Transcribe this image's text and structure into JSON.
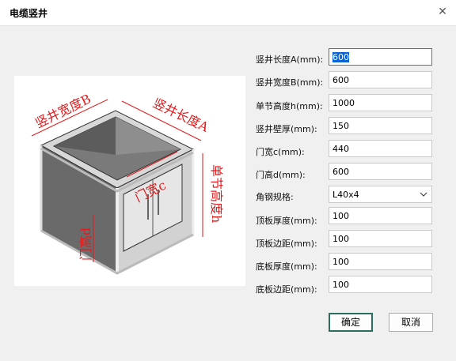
{
  "window": {
    "title": "电缆竖井"
  },
  "diagram": {
    "label_width_b": "竖井宽度B",
    "label_length_a": "竖井长度A",
    "label_door_width": "门宽c",
    "label_door_height": "门高d",
    "label_section_height": "单节高度h"
  },
  "form": {
    "fields": [
      {
        "label": "竖井长度A(mm):",
        "value": "600"
      },
      {
        "label": "竖井宽度B(mm):",
        "value": "600"
      },
      {
        "label": "单节高度h(mm):",
        "value": "1000"
      },
      {
        "label": "竖井壁厚(mm):",
        "value": "150"
      },
      {
        "label": "门宽c(mm):",
        "value": "440"
      },
      {
        "label": "门高d(mm):",
        "value": "600"
      }
    ],
    "angle_steel": {
      "label": "角钢规格:",
      "value": "L40x4"
    },
    "fields2": [
      {
        "label": "顶板厚度(mm):",
        "value": "100"
      },
      {
        "label": "顶板边距(mm):",
        "value": "100"
      },
      {
        "label": "底板厚度(mm):",
        "value": "100"
      },
      {
        "label": "底板边距(mm):",
        "value": "100"
      }
    ]
  },
  "buttons": {
    "ok": "确定",
    "cancel": "取消"
  },
  "colors": {
    "dimension_red": "#e31a1c",
    "ok_border": "#2b6e60"
  }
}
